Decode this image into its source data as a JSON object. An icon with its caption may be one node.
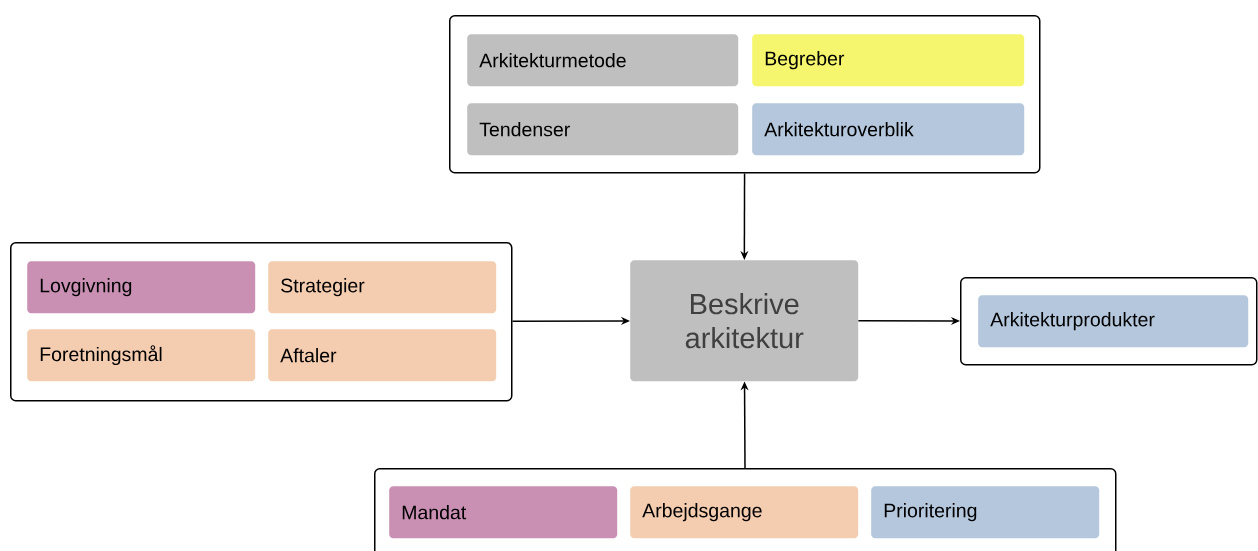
{
  "diagram": {
    "nodes": [
      {
        "text": [],
        "shape": "box"
      },
      {
        "text": [
          "Arkitekturmetode"
        ],
        "in": 0
      },
      {
        "text": [
          "Begreber"
        ],
        "in": 0
      },
      {
        "text": [
          "Tendenser"
        ],
        "in": 0
      },
      {
        "text": [
          "Arkitekturoverblik"
        ],
        "in": 0
      },
      {
        "text": [],
        "shape": "box"
      },
      {
        "text": [
          "Lovgivning"
        ],
        "in": 5
      },
      {
        "text": [
          "Strategier"
        ],
        "in": 5
      },
      {
        "text": [
          "Foretningsmål"
        ],
        "in": 5
      },
      {
        "text": [
          "Aftaler"
        ],
        "in": 5
      },
      {
        "text": [
          "Beskrive arkitektur"
        ]
      },
      {
        "text": [],
        "shape": "box"
      },
      {
        "text": [
          "Arkitekturprodukter"
        ],
        "in": 11
      },
      {
        "text": [],
        "shape": "box"
      },
      {
        "text": [
          "Mandat"
        ],
        "in": 13
      },
      {
        "text": [
          "Arbejdsgange"
        ],
        "in": 13
      },
      {
        "text": [
          "Prioritering"
        ],
        "in": 13
      }
    ],
    "edges": [
      {
        "from": 0,
        "to": 10,
        "arrow": "to"
      },
      {
        "from": 5,
        "to": 10,
        "arrow": "to"
      },
      {
        "from": 10,
        "to": 11,
        "arrow": "to"
      },
      {
        "from": 13,
        "to": 10,
        "arrow": "to"
      }
    ]
  }
}
